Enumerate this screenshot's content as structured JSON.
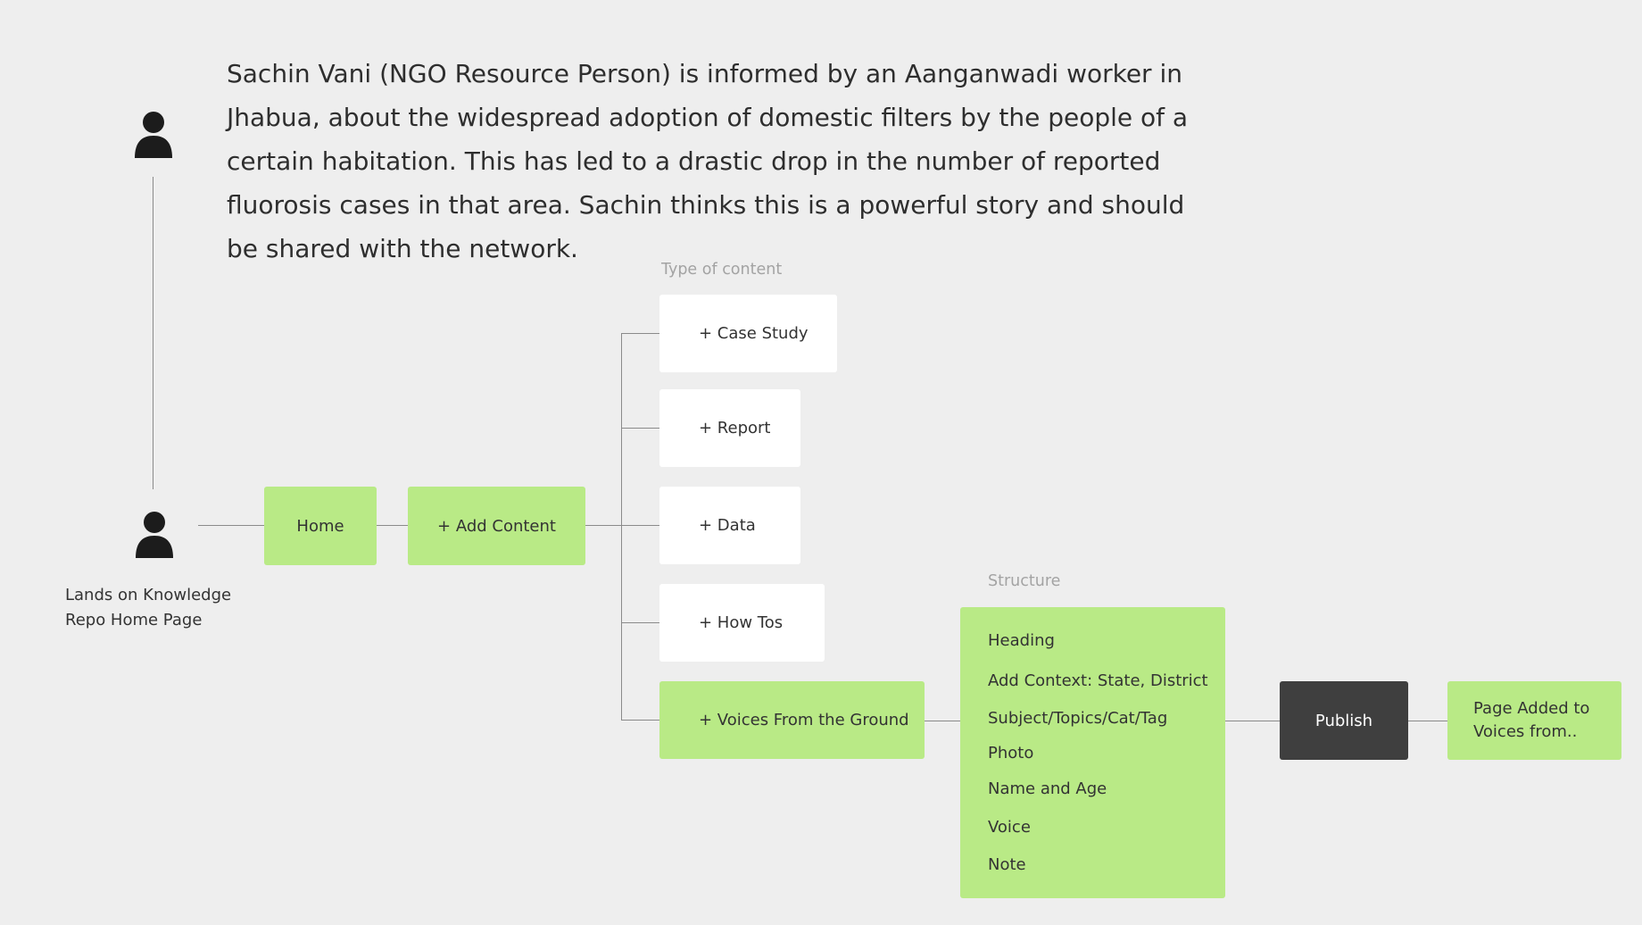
{
  "story": {
    "text": "Sachin Vani (NGO Resource Person) is informed by an Aanganwadi worker in Jhabua, about the widespread adoption of domestic filters by the people of a certain habitation. This has led to a drastic drop in the number of reported fluorosis cases in that area. Sachin thinks this is a powerful story and should be shared with the network."
  },
  "persona": {
    "top_icon": "person-icon",
    "bottom_icon": "person-icon",
    "caption_line1": "Lands on Knowledge",
    "caption_line2": "Repo Home Page"
  },
  "flow": {
    "home": "Home",
    "add_content": "+ Add Content"
  },
  "content_types": {
    "label": "Type of content",
    "items": [
      "+ Case Study",
      "+ Report",
      "+ Data",
      "+ How Tos",
      "+ Voices From the Ground"
    ]
  },
  "structure": {
    "label": "Structure",
    "items": [
      "Heading",
      "Add Context: State, District",
      "Subject/Topics/Cat/Tag",
      "Photo",
      "Name and Age",
      "Voice",
      "Note"
    ]
  },
  "publish": {
    "label": "Publish"
  },
  "result": {
    "line1": "Page Added to",
    "line2": "Voices from.."
  },
  "colors": {
    "background": "#eeeeee",
    "green": "#b9ea86",
    "white_box": "#ffffff",
    "dark_box": "#3f3f3f",
    "line": "#8a8a8a"
  }
}
